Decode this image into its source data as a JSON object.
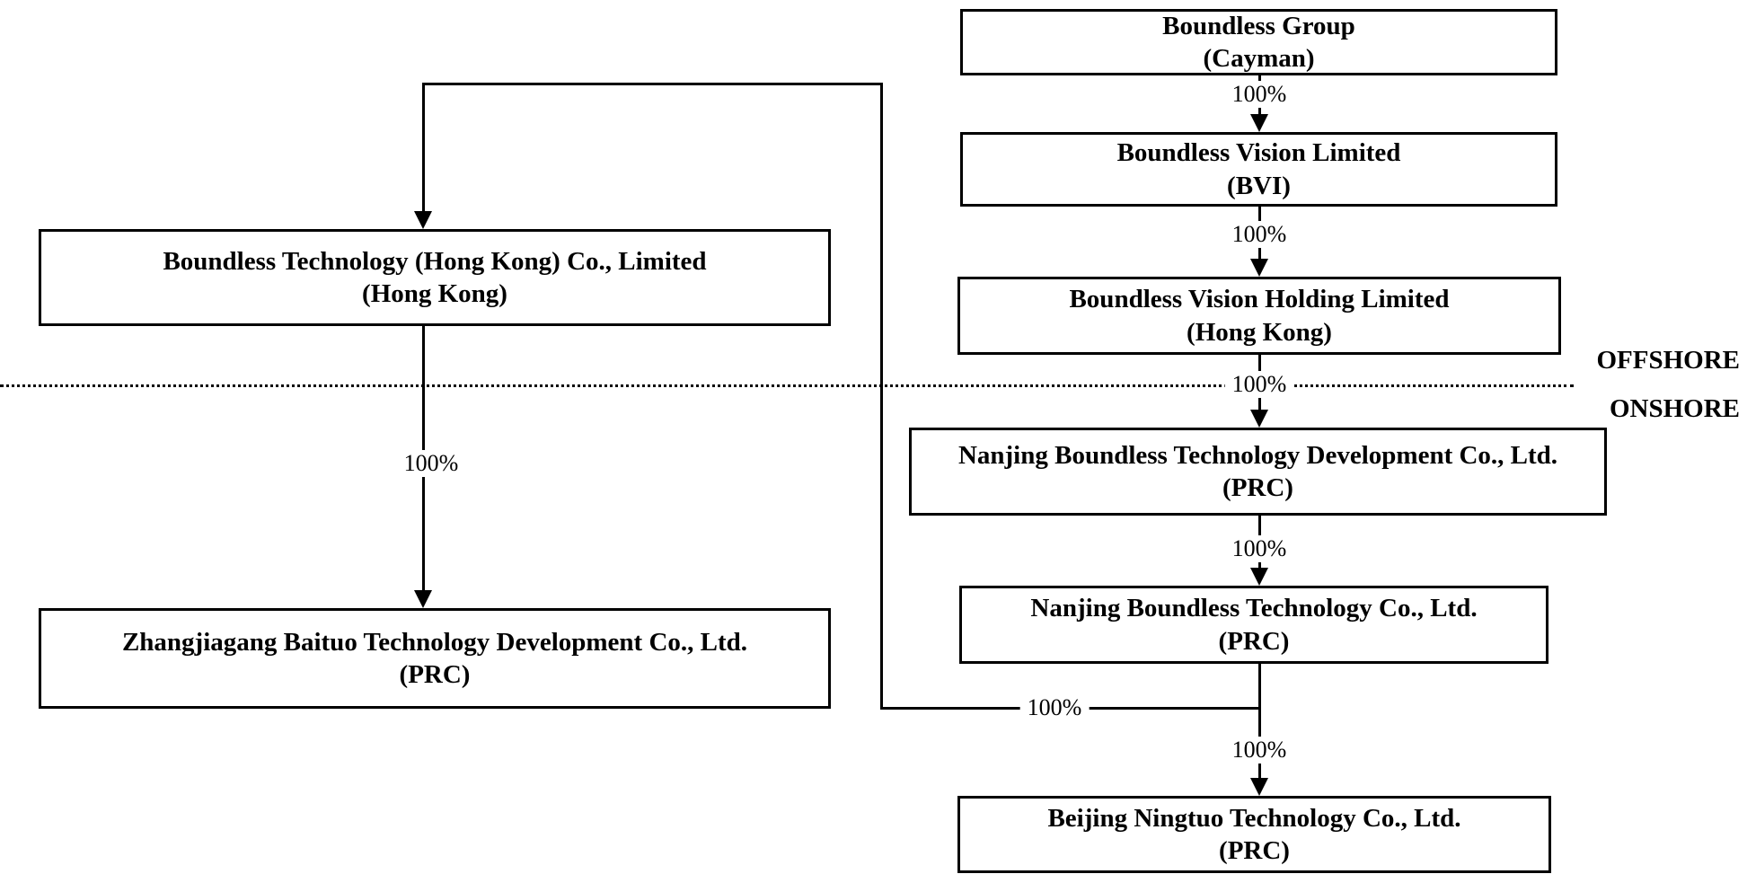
{
  "diagram": {
    "title": "Corporate structure chart",
    "colors": {
      "line": "#000000",
      "background": "#ffffff",
      "text": "#000000"
    },
    "divider": {
      "offshore_label": "OFFSHORE",
      "onshore_label": "ONSHORE"
    },
    "nodes": {
      "group": {
        "name": "Boundless Group",
        "jurisdiction": "(Cayman)"
      },
      "vision": {
        "name": "Boundless Vision Limited",
        "jurisdiction": "(BVI)"
      },
      "holding": {
        "name": "Boundless Vision Holding Limited",
        "jurisdiction": "(Hong Kong)"
      },
      "nanjing_dev": {
        "name": "Nanjing Boundless Technology Development Co., Ltd.",
        "jurisdiction": "(PRC)"
      },
      "nanjing_tech": {
        "name": "Nanjing Boundless Technology Co., Ltd.",
        "jurisdiction": "(PRC)"
      },
      "beijing": {
        "name": "Beijing Ningtuo Technology Co., Ltd.",
        "jurisdiction": "(PRC)"
      },
      "hk": {
        "name": "Boundless Technology (Hong Kong) Co., Limited",
        "jurisdiction": "(Hong Kong)"
      },
      "zhangjiagang": {
        "name": "Zhangjiagang Baituo Technology Development Co., Ltd.",
        "jurisdiction": "(PRC)"
      }
    },
    "edges": [
      {
        "from": "group",
        "to": "vision",
        "label": "100%"
      },
      {
        "from": "vision",
        "to": "holding",
        "label": "100%"
      },
      {
        "from": "holding",
        "to": "nanjing_dev",
        "label": "100%"
      },
      {
        "from": "nanjing_dev",
        "to": "nanjing_tech",
        "label": "100%"
      },
      {
        "from": "nanjing_tech",
        "to": "beijing",
        "label": "100%"
      },
      {
        "from": "nanjing_tech",
        "to": "hk",
        "label": "100%"
      },
      {
        "from": "hk",
        "to": "zhangjiagang",
        "label": "100%"
      }
    ]
  }
}
